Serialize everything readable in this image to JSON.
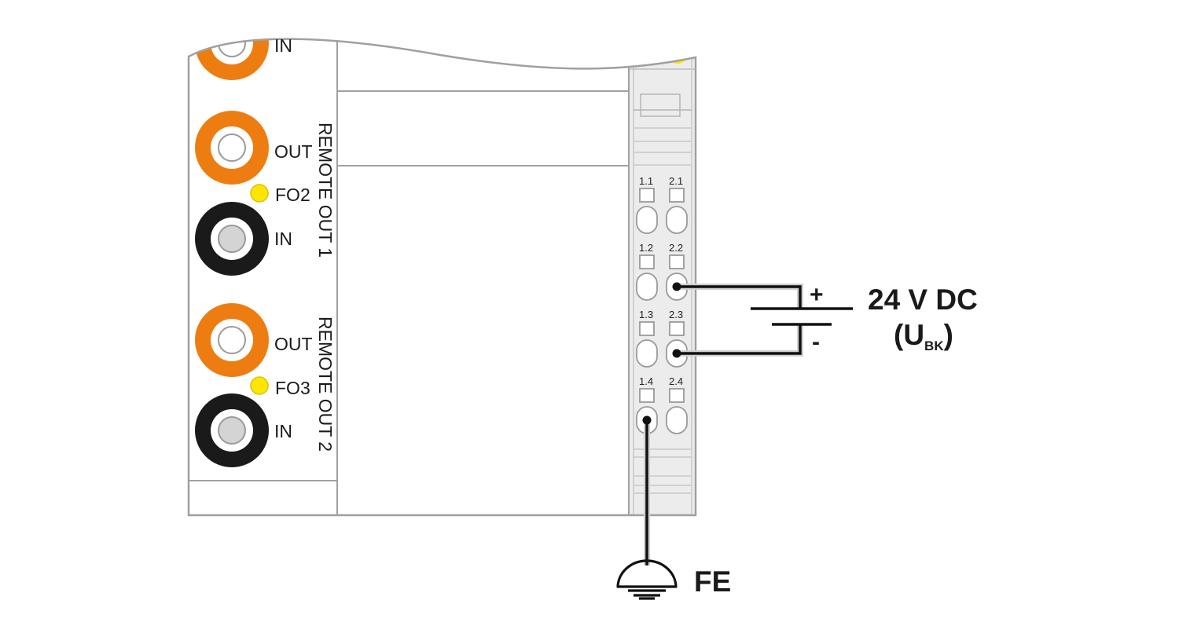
{
  "ports": [
    {
      "label": "IN",
      "type": "input"
    },
    {
      "label": "OUT",
      "type": "output"
    },
    {
      "label": "IN",
      "type": "input"
    },
    {
      "label": "OUT",
      "type": "output"
    },
    {
      "label": "IN",
      "type": "input"
    }
  ],
  "leds": [
    {
      "label": "FO2"
    },
    {
      "label": "FO3"
    }
  ],
  "groups": [
    {
      "label": "REMOTE OUT 1"
    },
    {
      "label": "REMOTE OUT 2"
    }
  ],
  "terminals": {
    "col1": [
      "1.1",
      "1.2",
      "1.3",
      "1.4"
    ],
    "col2": [
      "2.1",
      "2.2",
      "2.3",
      "2.4"
    ]
  },
  "supply": {
    "voltage": "24 V DC",
    "symbol_open": "(U",
    "symbol_sub": "BK",
    "symbol_close": ")",
    "plus": "+",
    "minus": "-"
  },
  "ground": {
    "label": "FE"
  },
  "colors": {
    "output_port": "#ee7d11",
    "input_port": "#1a1a1a",
    "led": "#ffe600",
    "housing": "#a0a0a0",
    "wire": "#111111"
  }
}
